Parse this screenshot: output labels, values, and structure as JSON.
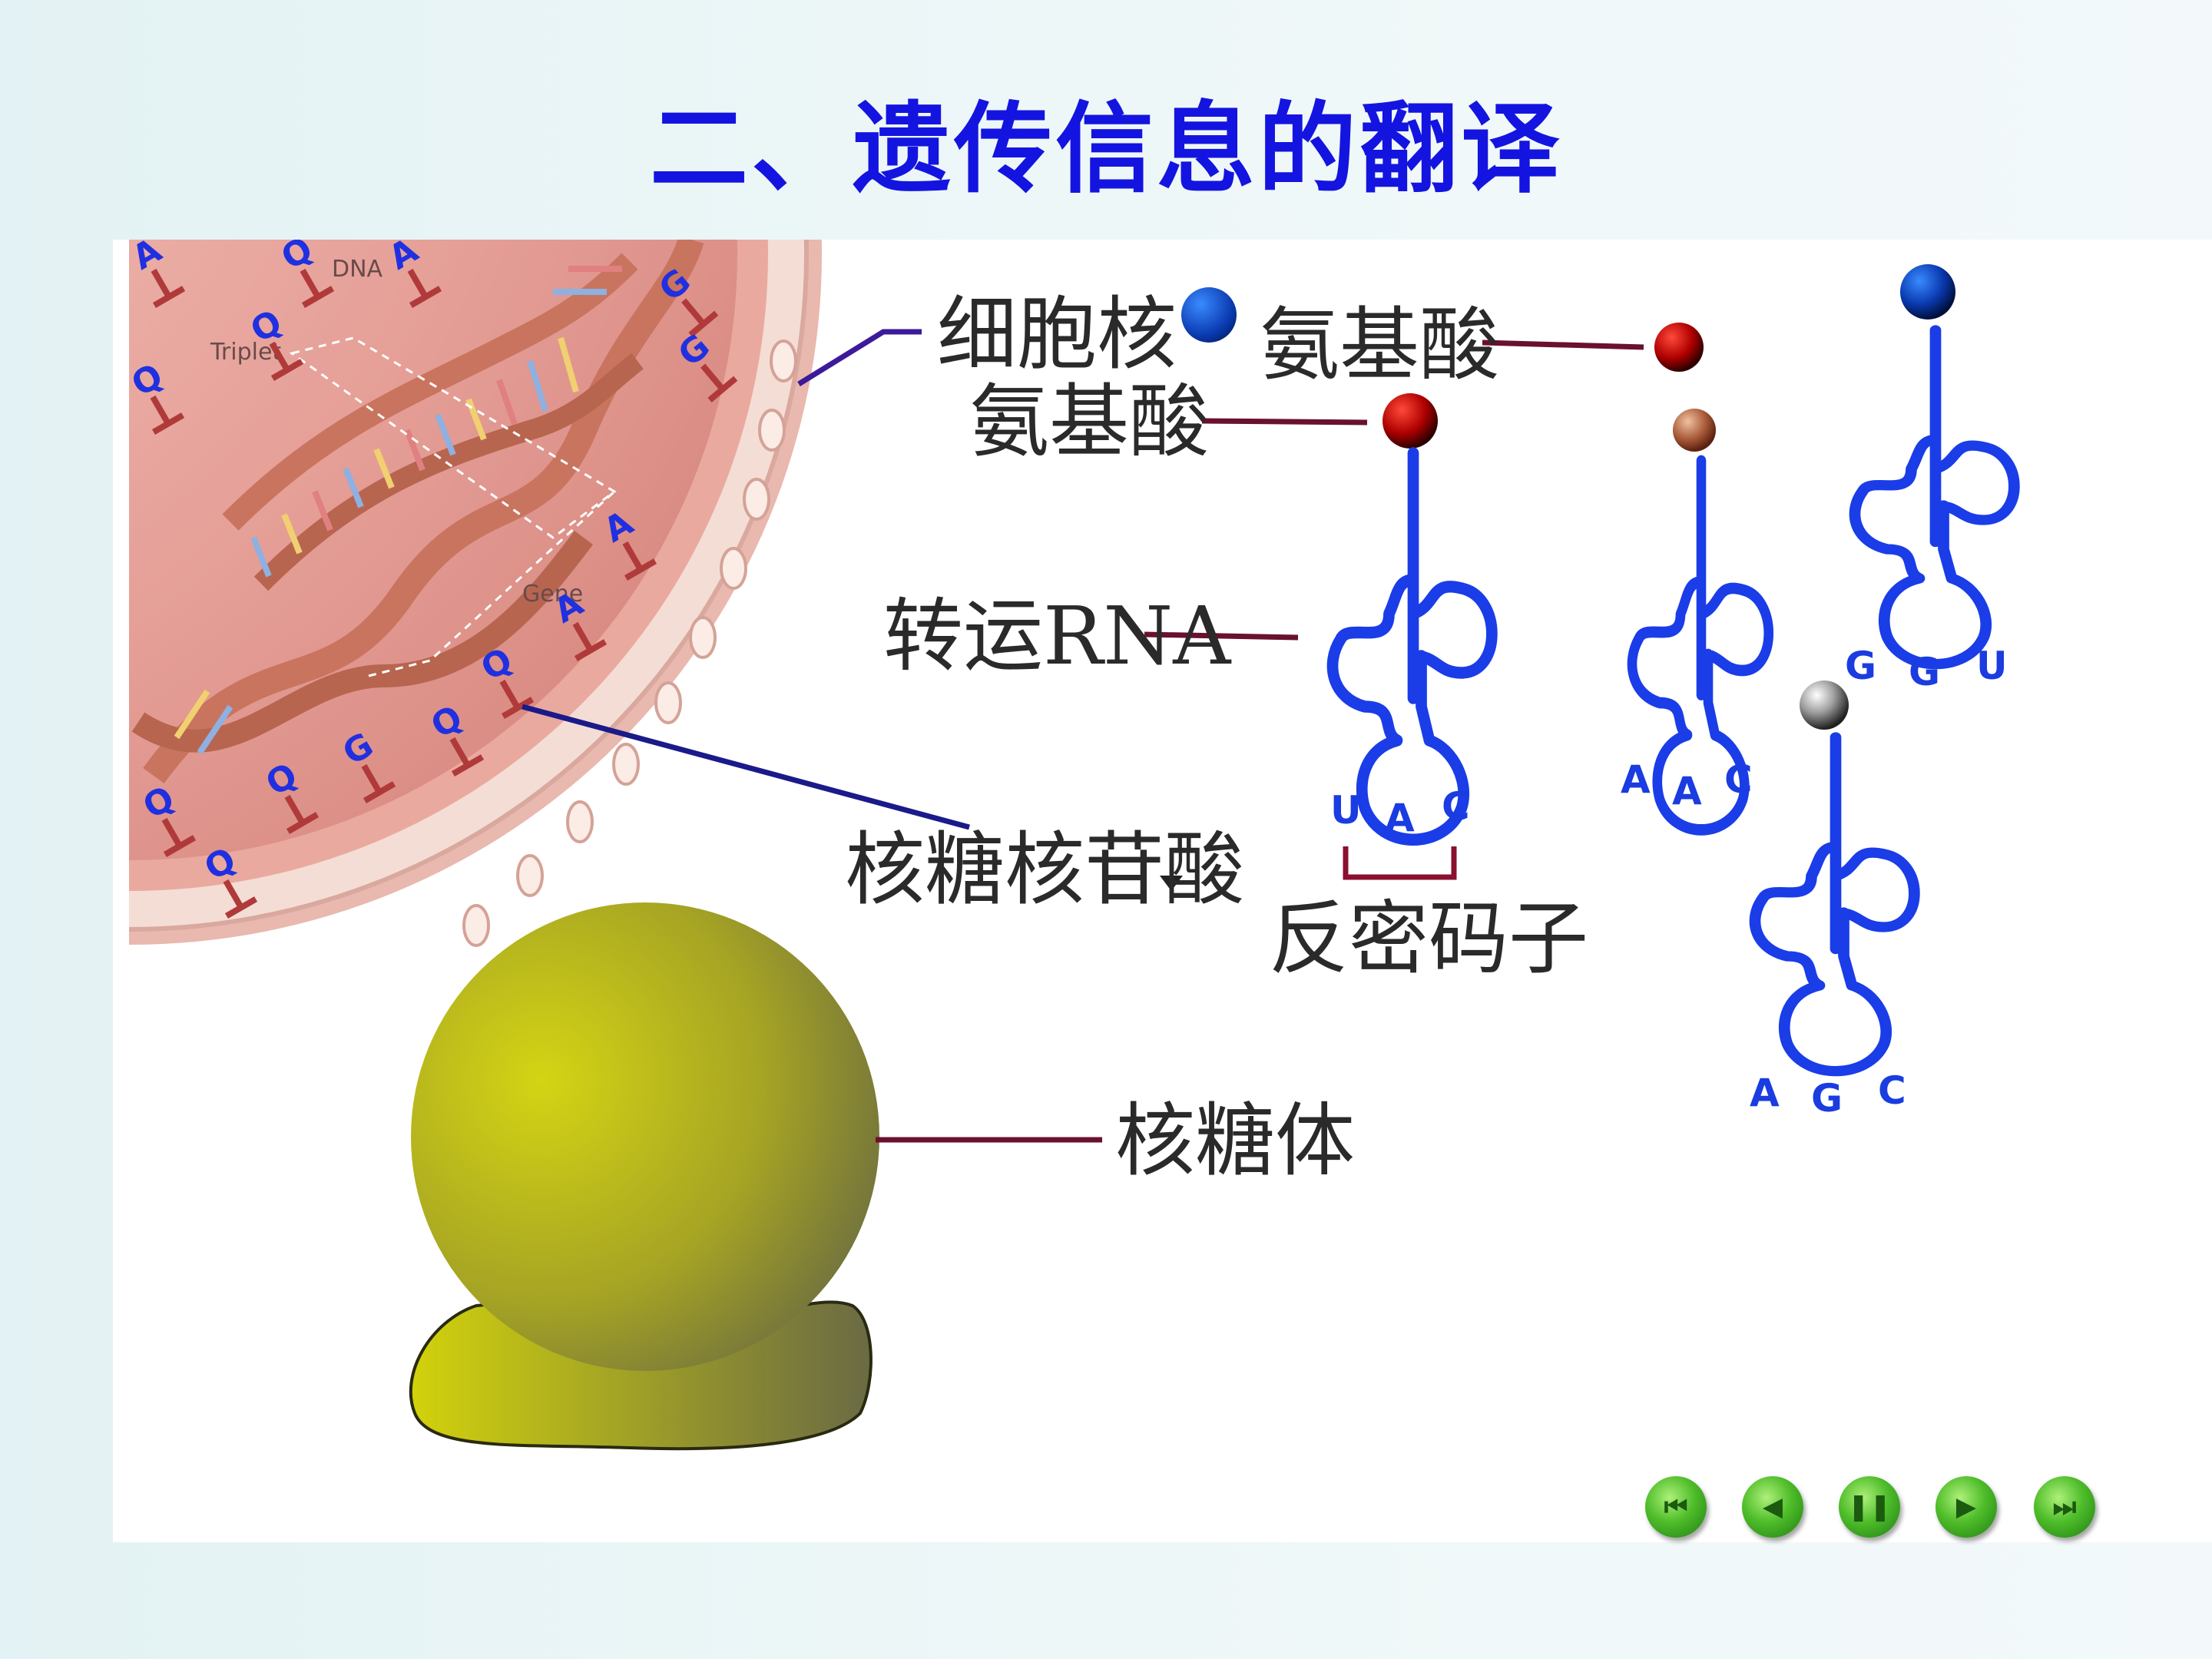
{
  "title": "二、遗传信息的翻译",
  "labels": {
    "nucleus": "细胞核",
    "amino_acid_1": "氨基酸",
    "amino_acid_2": "氨基酸",
    "trna": "转运RNA",
    "ribonucleotide": "核糖核苷酸",
    "anticodon": "反密码子",
    "ribosome": "核糖体"
  },
  "nucleus_inset": {
    "dna_label": "DNA",
    "triplet_label": "Triplet",
    "gene_label": "Gene"
  },
  "trna_molecules": [
    {
      "anticodon": [
        "U",
        "A",
        "C"
      ],
      "amino_acid_color": "#8a0000"
    },
    {
      "anticodon": [
        "A",
        "A",
        "C"
      ],
      "amino_acid_color": "#8a2a12"
    },
    {
      "anticodon": [
        "G",
        "G",
        "U"
      ],
      "amino_acid_color": "#0a2a8a"
    },
    {
      "anticodon": [
        "A",
        "G",
        "C"
      ],
      "amino_acid_color": "#5a5a5a"
    }
  ],
  "controls": {
    "first": "⏮",
    "prev": "◀",
    "pause": "❚❚",
    "next": "▶",
    "last": "⏭"
  }
}
